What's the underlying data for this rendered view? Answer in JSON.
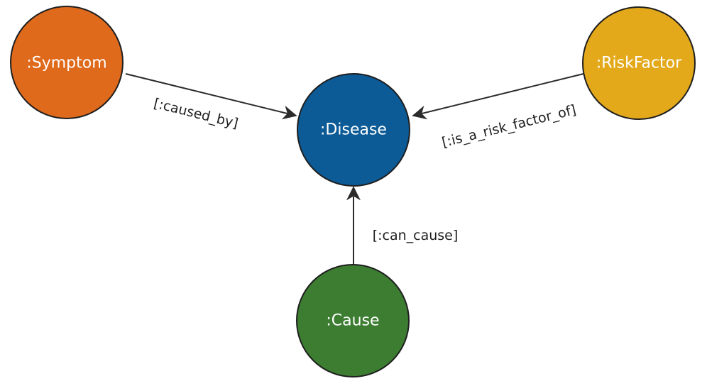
{
  "nodes": [
    {
      "id": "symptom",
      "label": ":Symptom",
      "color": "#e06a1c"
    },
    {
      "id": "disease",
      "label": ":Disease",
      "color": "#0c5a96"
    },
    {
      "id": "riskfactor",
      "label": ":RiskFactor",
      "color": "#e3a91b"
    },
    {
      "id": "cause",
      "label": ":Cause",
      "color": "#3c7d31"
    }
  ],
  "edges": [
    {
      "from": "symptom",
      "to": "disease",
      "label": "[:caused_by]"
    },
    {
      "from": "riskfactor",
      "to": "disease",
      "label": "[:is_a_risk_factor_of]"
    },
    {
      "from": "cause",
      "to": "disease",
      "label": "[:can_cause]"
    }
  ]
}
